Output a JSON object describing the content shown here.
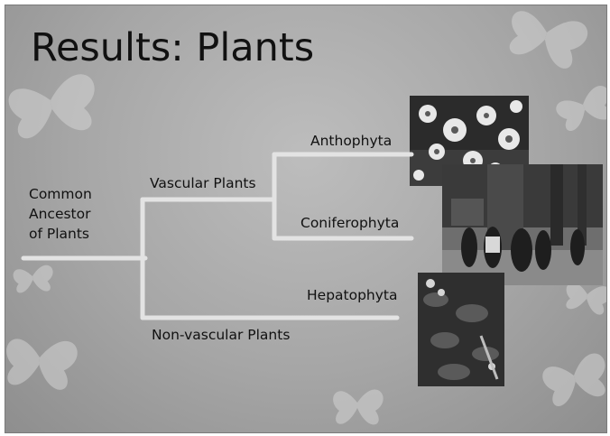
{
  "slide": {
    "title": "Results: Plants"
  },
  "tree": {
    "root_label_lines": [
      "Common",
      "Ancestor",
      "of Plants"
    ],
    "vascular_label": "Vascular Plants",
    "nonvascular_label": "Non-vascular Plants",
    "leaves": {
      "anthophyta": "Anthophyta",
      "coniferophyta": "Coniferophyta",
      "hepatophyta": "Hepatophyta"
    }
  },
  "colors": {
    "branch": "#e3e3e3",
    "text": "#111111"
  }
}
